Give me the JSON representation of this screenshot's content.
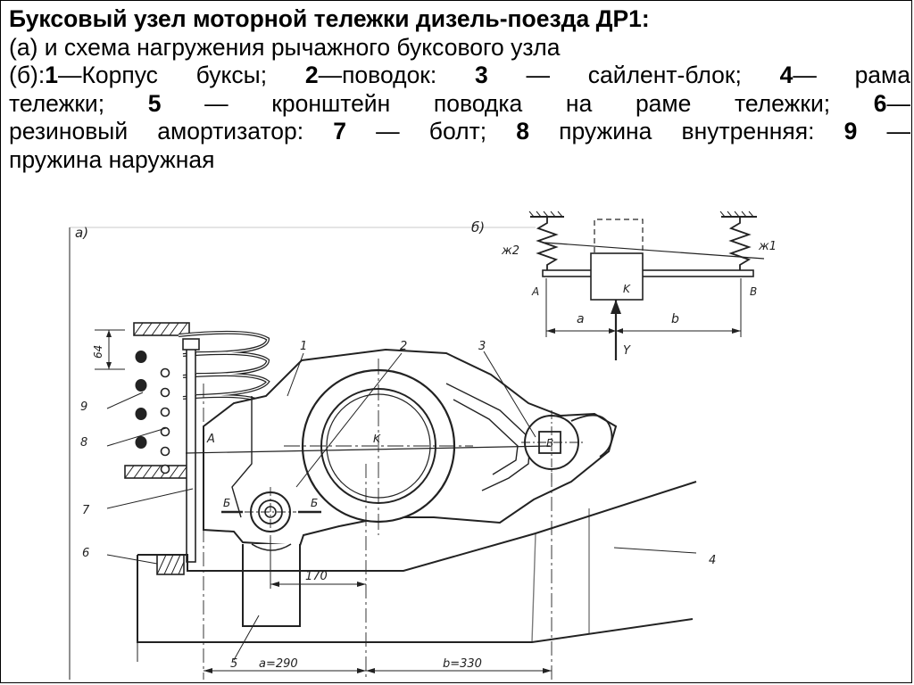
{
  "caption": {
    "title": "Буксовый узел моторной тележки дизель-поезда ДР1:",
    "line2": "(а) и схема нагружения рычажного буксового узла",
    "line3": {
      "p1": " (б):",
      "n1": "1",
      "t1": "—Корпус буксы; ",
      "n2": "2",
      "t2": "—поводок: ",
      "n3": "3",
      "t3": " — сайлент-блок; ",
      "n4": "4",
      "t4": "— рама"
    },
    "line4": {
      "t1": "тележки; ",
      "n5": "5",
      "t5": " — кронштейн поводка на раме тележки; ",
      "n6": "6",
      "t6": "—"
    },
    "line5": {
      "t1": "резиновый амортизатор: ",
      "n7": "7",
      "t7": " — болт; ",
      "n8": "8",
      "t8": " пружина внутренняя: ",
      "n9": "9",
      "t9": " —"
    },
    "line6": "пружина наружная"
  },
  "drawing": {
    "label_a": "а)",
    "label_b": "б)",
    "callouts": [
      "1",
      "2",
      "3",
      "4",
      "5",
      "6",
      "7",
      "8",
      "9"
    ],
    "dim_64": "64",
    "dim_170": "170",
    "dim_a": "a=290",
    "dim_b": "b=330",
    "point_A": "A",
    "point_K": "K",
    "point_B": "B",
    "section_B": "Б",
    "schema": {
      "spring_left": "ж2",
      "spring_right": "ж1",
      "point_A": "A",
      "point_K": "K",
      "point_B": "B",
      "dim_a": "a",
      "dim_b": "b",
      "force": "Y"
    }
  }
}
